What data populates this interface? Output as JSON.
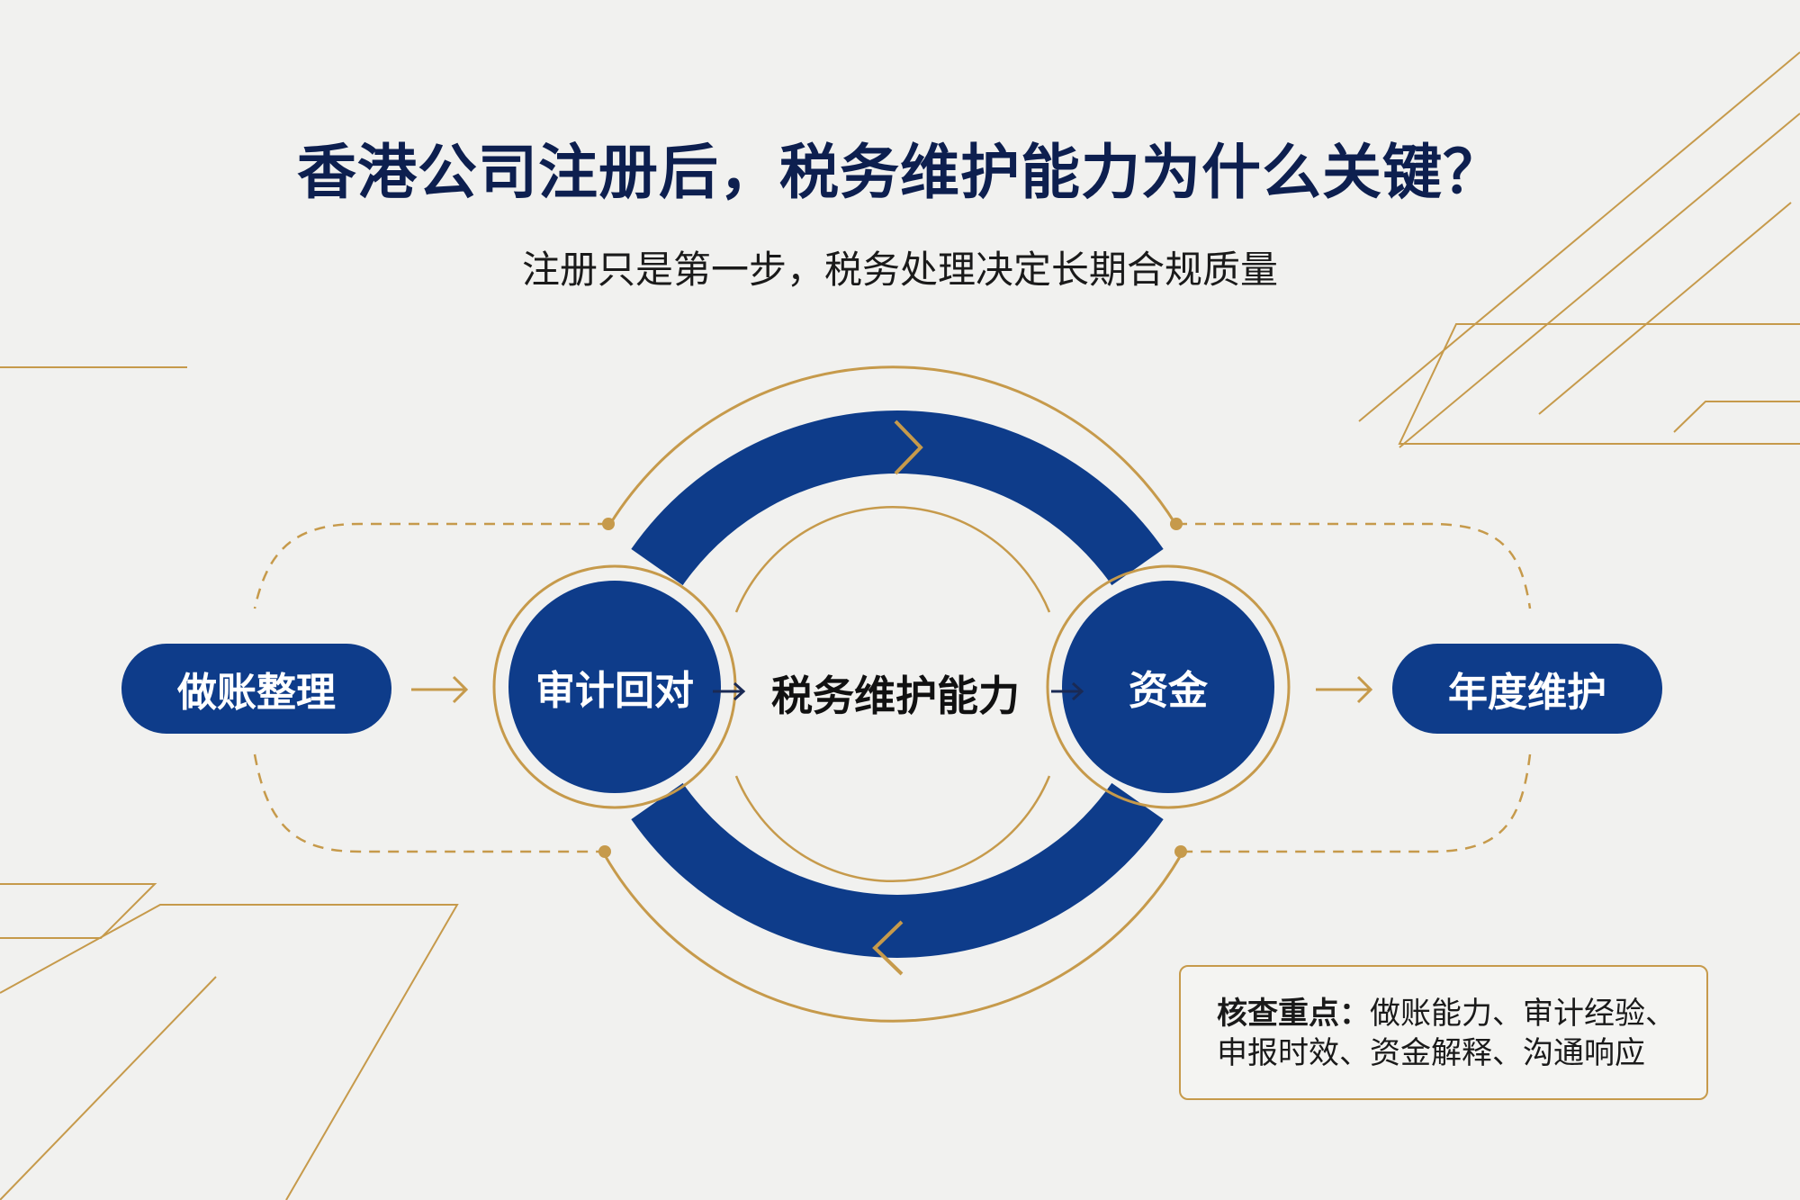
{
  "title": "香港公司注册后，税务维护能力为什么关键？",
  "subtitle": "注册只是第一步，税务处理决定长期合规质量",
  "flow": {
    "step1": "做账整理",
    "step2": "审计回对",
    "center": "税务维护能力",
    "step4": "资金",
    "step5": "年度维护"
  },
  "note": {
    "label": "核查重点：",
    "line1": "做账能力、审计经验、",
    "line2": "申报时效、资金解释、沟通响应"
  },
  "colors": {
    "navy": "#0e3c8a",
    "gold": "#c69a4b",
    "background": "#f1f1ef"
  }
}
